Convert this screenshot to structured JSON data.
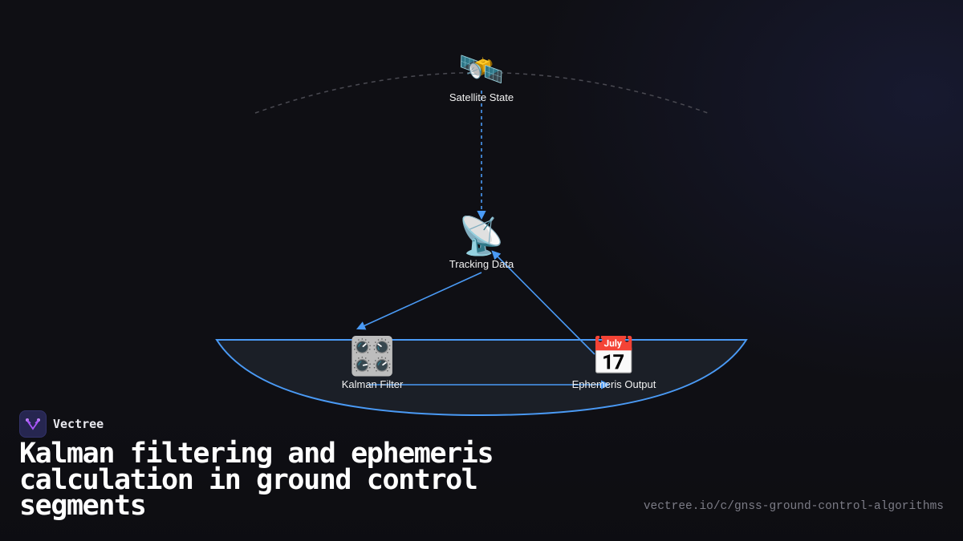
{
  "diagram": {
    "nodes": [
      {
        "id": "satellite-state",
        "label": "Satellite State",
        "icon": "satellite-icon",
        "glyph": "🛰️"
      },
      {
        "id": "tracking-data",
        "label": "Tracking Data",
        "icon": "satellite-dish-icon",
        "glyph": "📡"
      },
      {
        "id": "kalman-filter",
        "label": "Kalman Filter",
        "icon": "control-knobs-icon",
        "glyph": "🎛️"
      },
      {
        "id": "ephemeris-output",
        "label": "Ephemeris Output",
        "icon": "calendar-icon",
        "glyph": "📅"
      }
    ],
    "edges": [
      {
        "from": "satellite-state",
        "to": "tracking-data",
        "style": "dashed"
      },
      {
        "from": "tracking-data",
        "to": "kalman-filter",
        "style": "solid"
      },
      {
        "from": "kalman-filter",
        "to": "ephemeris-output",
        "style": "solid"
      },
      {
        "from": "ephemeris-output",
        "to": "tracking-data",
        "style": "solid"
      }
    ],
    "colors": {
      "edge": "#4a9af5",
      "orbit": "#4a4a52",
      "bowl_fill": "#1b1f27",
      "bowl_stroke": "#4a9af5",
      "background": "#0f0f14"
    }
  },
  "brand": {
    "name": "Vectree",
    "logo_icon": "vectree-logo-icon"
  },
  "title": "Kalman filtering and ephemeris calculation in ground control segments",
  "url": "vectree.io/c/gnss-ground-control-algorithms"
}
